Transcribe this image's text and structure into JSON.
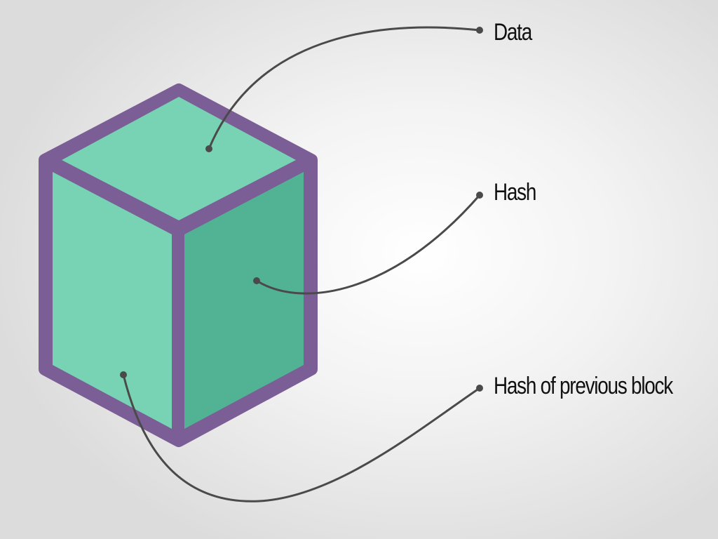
{
  "labels": {
    "data": "Data",
    "hash": "Hash",
    "previous_hash": "Hash of previous block"
  },
  "colors": {
    "outline": "#7b5e95",
    "top_face": "#78d3b5",
    "left_face": "#78d3b5",
    "right_face": "#52b394",
    "connector": "#4a4a4a",
    "text": "#111111"
  }
}
